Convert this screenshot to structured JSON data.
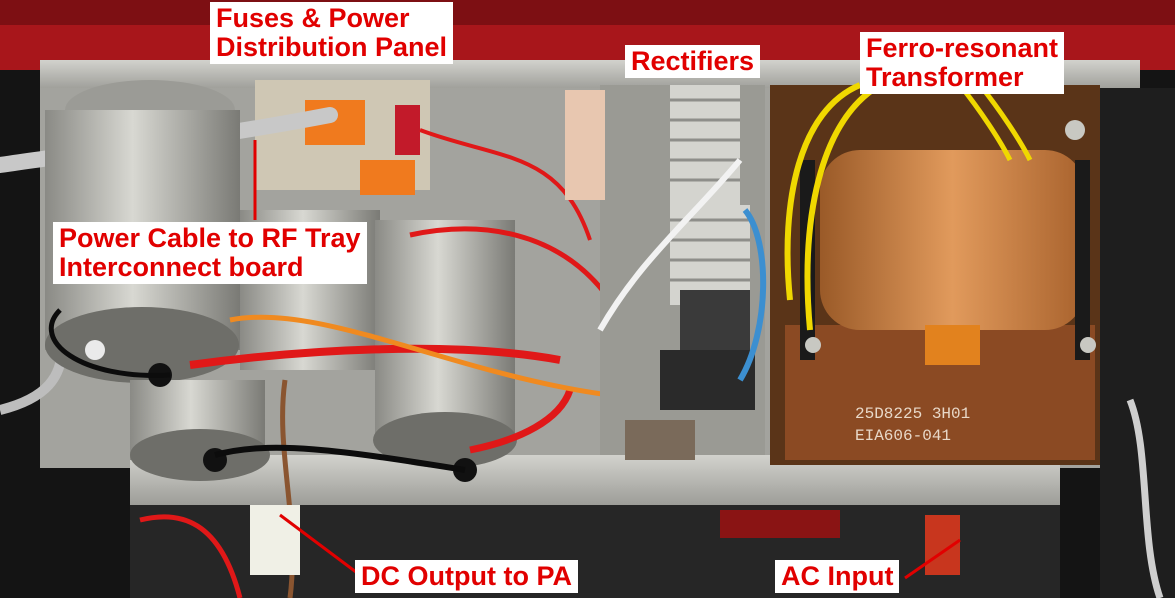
{
  "labels": {
    "fuses": {
      "line1": "Fuses & Power",
      "line2": "Distribution Panel"
    },
    "rectifiers": "Rectifiers",
    "transformer": {
      "line1": "Ferro-resonant",
      "line2": "Transformer"
    },
    "power_cable": {
      "line1": "Power Cable to RF Tray",
      "line2": "Interconnect board"
    },
    "dc_output": "DC Output to PA",
    "ac_input": "AC Input"
  },
  "transformer_markings": {
    "line1": "25D8225 3H01",
    "line2": "EIA606-041"
  },
  "colors": {
    "label_text": "#e10000",
    "label_bg": "#ffffff",
    "leader_line": "#e10000",
    "chassis": "#b9b9b4",
    "copper": "#c77a3a",
    "transformer_case": "#8b4a23",
    "capacitor": "#b0b0aa",
    "wire_red": "#e01818",
    "wire_yellow": "#f0d800",
    "heatsink": "#d0d0cc"
  }
}
